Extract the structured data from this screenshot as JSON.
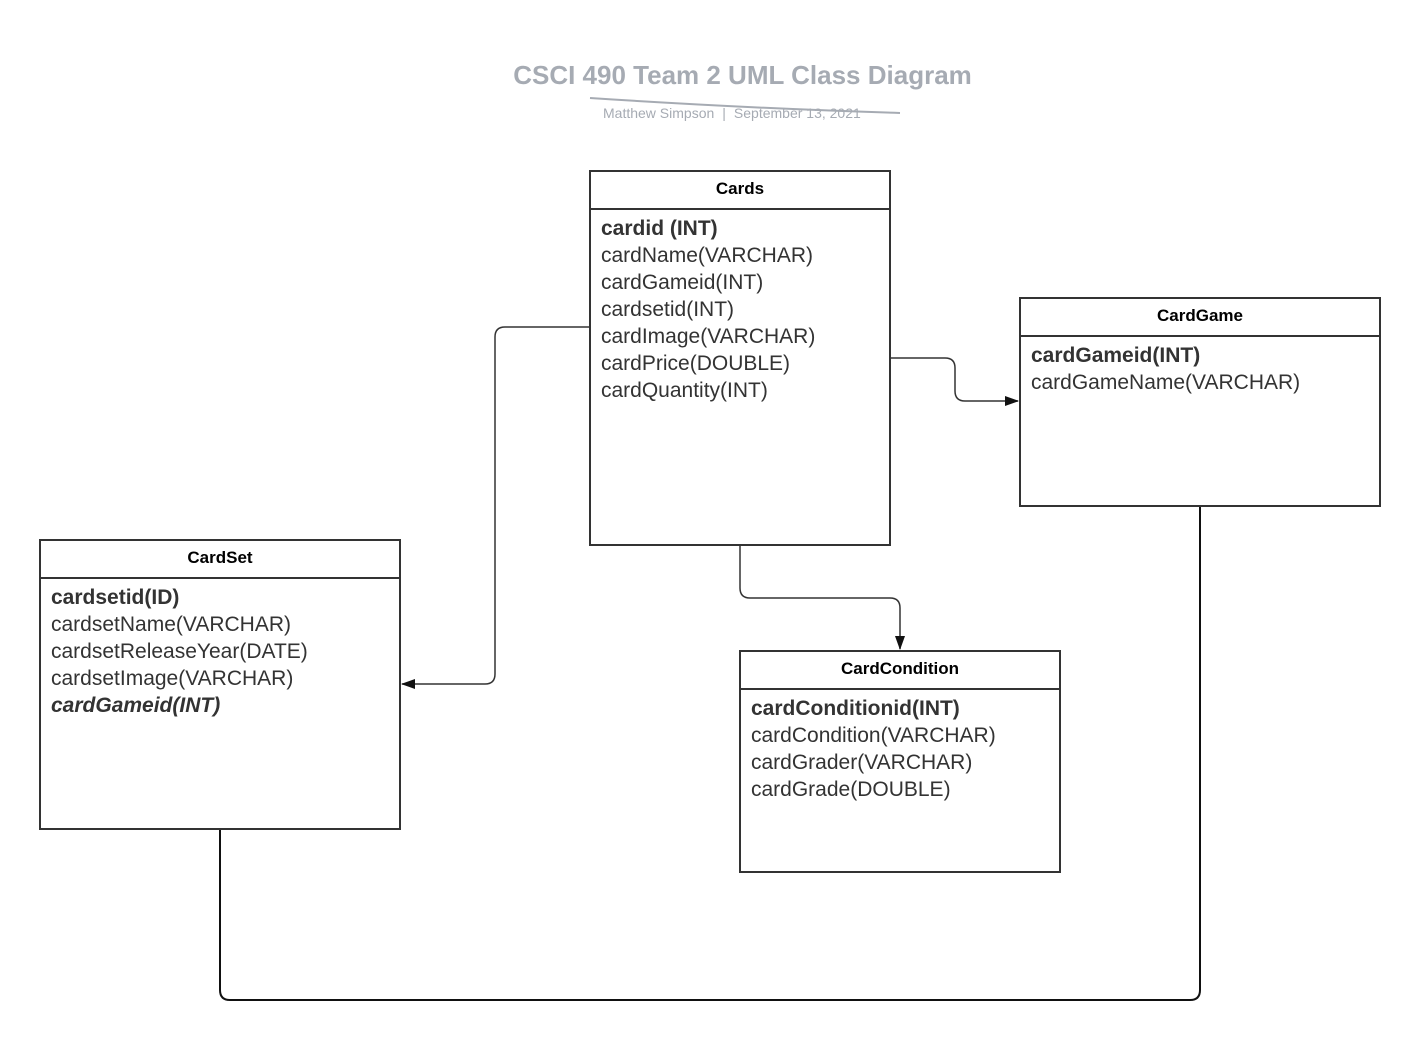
{
  "header": {
    "title": "CSCI 490 Team 2 UML Class Diagram",
    "author": "Matthew Simpson",
    "separator": "|",
    "date": "September 13, 2021"
  },
  "colors": {
    "line": "#333333",
    "title": "#a6abb3"
  },
  "classes": {
    "cards": {
      "name": "Cards",
      "attributes": [
        {
          "text": "cardid (INT)",
          "style": "primary-key"
        },
        {
          "text": "cardName(VARCHAR)",
          "style": "normal"
        },
        {
          "text": "cardGameid(INT)",
          "style": "normal"
        },
        {
          "text": "cardsetid(INT)",
          "style": "normal"
        },
        {
          "text": "cardImage(VARCHAR)",
          "style": "normal"
        },
        {
          "text": "cardPrice(DOUBLE)",
          "style": "normal"
        },
        {
          "text": "cardQuantity(INT)",
          "style": "normal"
        }
      ]
    },
    "cardGame": {
      "name": "CardGame",
      "attributes": [
        {
          "text": "cardGameid(INT)",
          "style": "primary-key"
        },
        {
          "text": "cardGameName(VARCHAR)",
          "style": "normal"
        }
      ]
    },
    "cardSet": {
      "name": "CardSet",
      "attributes": [
        {
          "text": "cardsetid(ID)",
          "style": "primary-key"
        },
        {
          "text": "cardsetName(VARCHAR)",
          "style": "normal"
        },
        {
          "text": "cardsetReleaseYear(DATE)",
          "style": "normal"
        },
        {
          "text": "cardsetImage(VARCHAR)",
          "style": "normal"
        },
        {
          "text": "cardGameid(INT)",
          "style": "foreign-key"
        }
      ]
    },
    "cardCondition": {
      "name": "CardCondition",
      "attributes": [
        {
          "text": "cardConditionid(INT)",
          "style": "primary-key"
        },
        {
          "text": "cardCondition(VARCHAR)",
          "style": "normal"
        },
        {
          "text": "cardGrader(VARCHAR)",
          "style": "normal"
        },
        {
          "text": "cardGrade(DOUBLE)",
          "style": "normal"
        }
      ]
    }
  },
  "relationships": [
    {
      "from": "Cards",
      "to": "CardGame",
      "arrow": "filled"
    },
    {
      "from": "Cards",
      "to": "CardSet",
      "arrow": "filled"
    },
    {
      "from": "Cards",
      "to": "CardCondition",
      "arrow": "filled"
    },
    {
      "from": "CardSet",
      "to": "CardGame",
      "arrow": "none"
    }
  ]
}
